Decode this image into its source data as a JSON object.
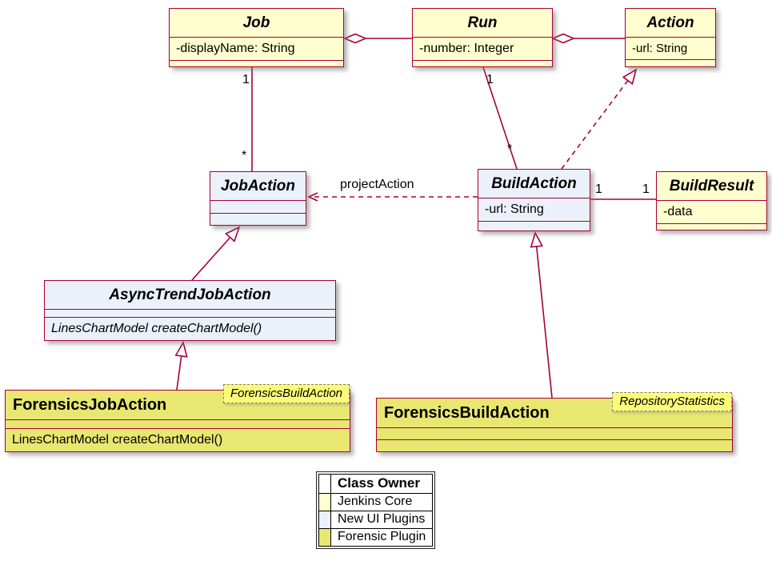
{
  "colors": {
    "line": "#A80036",
    "jenkins_core": "#FEFECE",
    "new_ui_plugins": "#EBF1FA",
    "forensic_plugin": "#E7E772",
    "generic_bg": "#FBFB77"
  },
  "classes": {
    "job": {
      "name": "Job",
      "attr": "-displayName: String"
    },
    "run": {
      "name": "Run",
      "attr": "-number: Integer"
    },
    "action": {
      "name": "Action",
      "attr": "-url: String"
    },
    "job_action": {
      "name": "JobAction"
    },
    "build_action": {
      "name": "BuildAction",
      "attr": "-url: String"
    },
    "build_result": {
      "name": "BuildResult",
      "attr": "-data"
    },
    "async_trend_job_action": {
      "name": "AsyncTrendJobAction",
      "method": "LinesChartModel createChartModel()"
    },
    "forensics_job_action": {
      "name": "ForensicsJobAction",
      "generic": "ForensicsBuildAction",
      "method": "LinesChartModel createChartModel()"
    },
    "forensics_build_action": {
      "name": "ForensicsBuildAction",
      "generic": "RepositoryStatistics"
    }
  },
  "labels": {
    "job_jobaction_one": "1",
    "job_jobaction_many": "*",
    "run_buildaction_one": "1",
    "run_buildaction_many": "*",
    "buildaction_one": "1",
    "buildresult_one": "1",
    "project_action": "projectAction"
  },
  "legend": {
    "header": "Class Owner",
    "rows": [
      {
        "label": "Jenkins Core",
        "color": "#FEFECE"
      },
      {
        "label": "New UI Plugins",
        "color": "#EBF1FA"
      },
      {
        "label": "Forensic Plugin",
        "color": "#E7E772"
      }
    ]
  }
}
